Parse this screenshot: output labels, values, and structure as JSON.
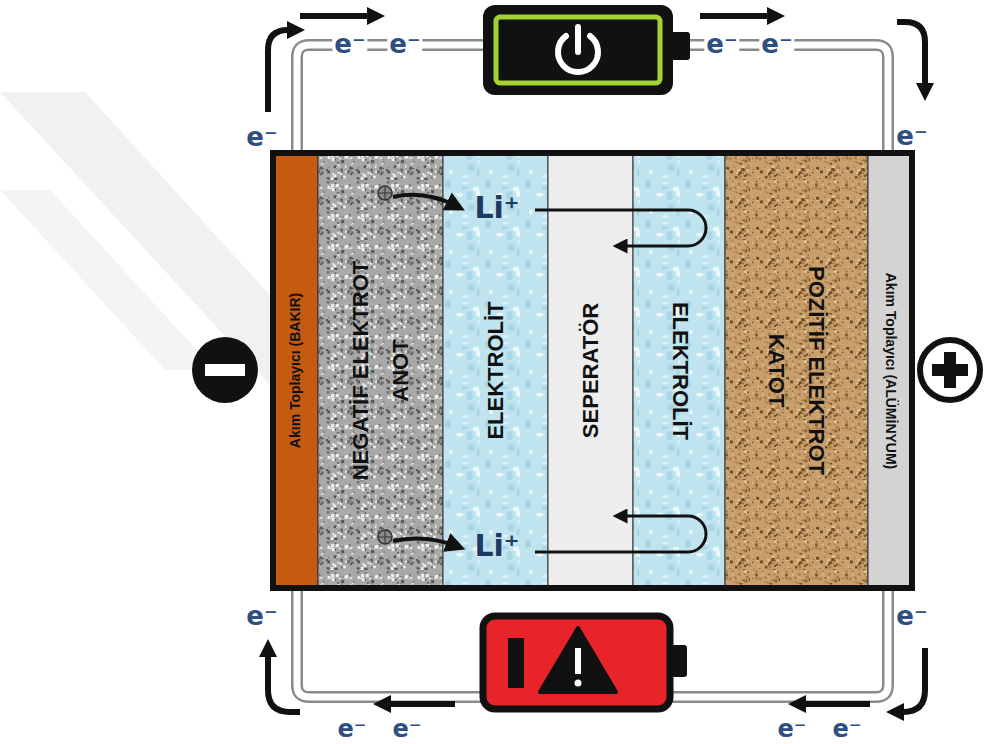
{
  "diagram": {
    "nodes": [
      {
        "text": [
          "Akım Toplayıcı (BAKIR)"
        ]
      },
      {
        "text": [
          "NEGATİF ELEKTROT",
          "ANOT"
        ]
      },
      {
        "text": [
          "ELEKTROLİT"
        ]
      },
      {
        "text": [
          "SEPERATÖR"
        ]
      },
      {
        "text": [
          "ELEKTROLİT"
        ]
      },
      {
        "text": [
          "POZİTİF ELEKTROT",
          "KATOT"
        ]
      },
      {
        "text": [
          "Akım Toplayıcı (ALÜMİNYUM)"
        ]
      }
    ],
    "labels": [
      "e⁻",
      "e⁻",
      "e⁻",
      "e⁻",
      "e⁻",
      "e⁻",
      "Li⁺",
      "Li⁺",
      "e⁻",
      "e⁻",
      "e⁻",
      "e⁻",
      "e⁻",
      "e⁻"
    ]
  }
}
